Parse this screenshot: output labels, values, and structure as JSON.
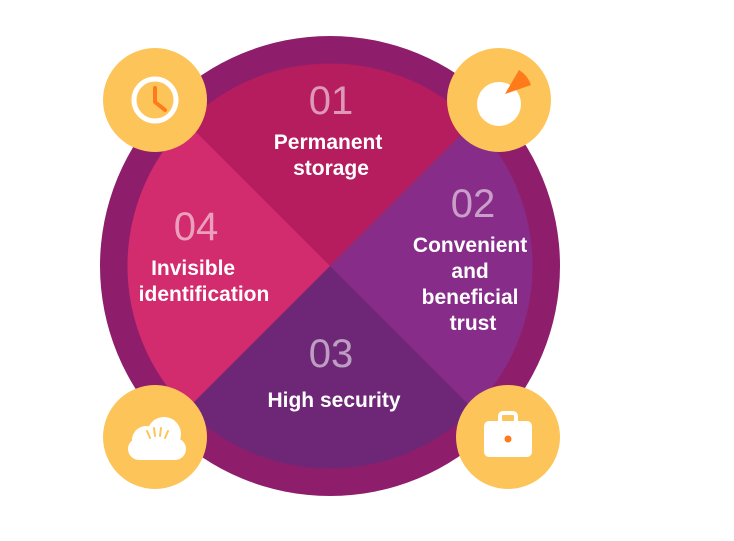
{
  "colors": {
    "outer_ring": "#8e1e6b",
    "quadrant_top": "#b51d5f",
    "quadrant_right": "#882c8a",
    "quadrant_bottom": "#6e2776",
    "quadrant_left": "#d22b6e",
    "badge": "#fdc45a",
    "badge_icon": "#ffffff",
    "accent_orange": "#ff7a1a"
  },
  "segments": [
    {
      "number": "01",
      "label_lines": [
        "Permanent",
        "storage"
      ],
      "icon": "clock-icon"
    },
    {
      "number": "02",
      "label_lines": [
        "Convenient",
        "and",
        "beneficial",
        "trust"
      ],
      "icon": "pie-chart-icon"
    },
    {
      "number": "03",
      "label_lines": [
        "High security"
      ],
      "icon": "briefcase-icon"
    },
    {
      "number": "04",
      "label_lines": [
        "Invisible",
        "identification"
      ],
      "icon": "cloud-icon"
    }
  ]
}
